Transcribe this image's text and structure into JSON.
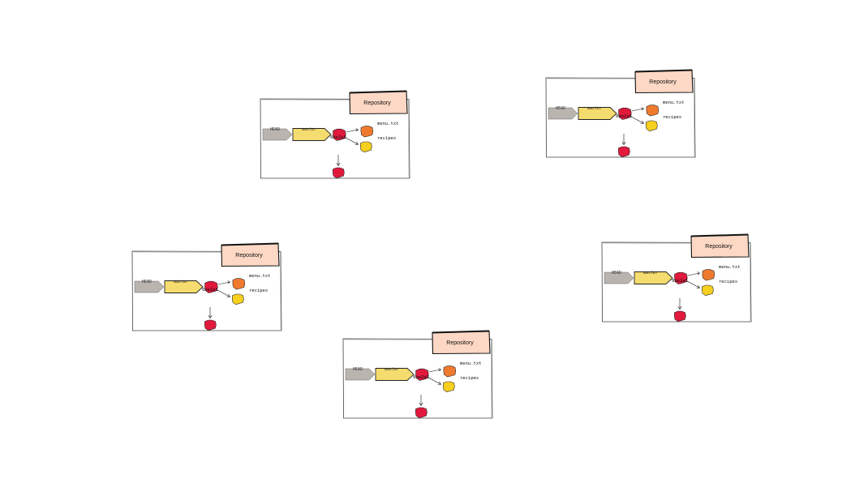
{
  "diagrams": [
    {
      "repository_label": "Repository",
      "head_label": "HEAD",
      "branch_label": "master",
      "commit_id": "0be2a5",
      "files": [
        "menu.txt",
        "recipes"
      ]
    },
    {
      "repository_label": "Repository",
      "head_label": "HEAD",
      "branch_label": "master",
      "commit_id": "0be2a5",
      "files": [
        "menu.txt",
        "recipes"
      ]
    },
    {
      "repository_label": "Repository",
      "head_label": "HEAD",
      "branch_label": "master",
      "commit_id": "0be2a5",
      "files": [
        "menu.txt",
        "recipes"
      ]
    },
    {
      "repository_label": "Repository",
      "head_label": "HEAD",
      "branch_label": "master",
      "commit_id": "0be2a5",
      "files": [
        "menu.txt",
        "recipes"
      ]
    },
    {
      "repository_label": "Repository",
      "head_label": "HEAD",
      "branch_label": "master",
      "commit_id": "0be2a5",
      "files": [
        "menu.txt",
        "recipes"
      ]
    }
  ],
  "colors": {
    "repo_tab": "#fdd8c4",
    "head_tag": "#b9b4ae",
    "branch_tag": "#f5dc6e",
    "commit": "#e0193d",
    "file_blob": "#ef7a2e",
    "tree": "#f7cf1f"
  }
}
